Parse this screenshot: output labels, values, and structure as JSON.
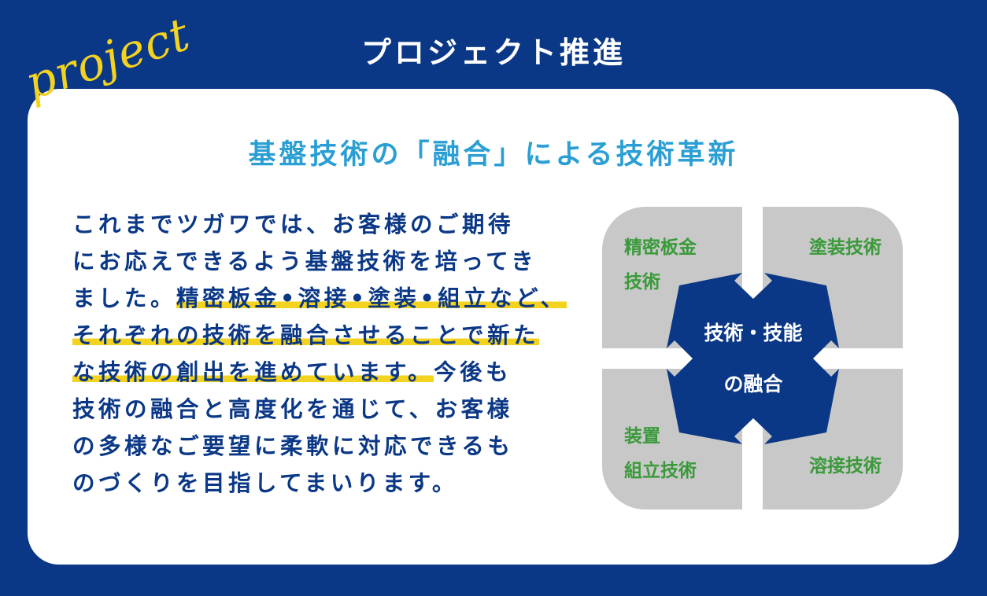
{
  "header": {
    "title": "プロジェクト推進",
    "script_label": "project"
  },
  "subtitle": "基盤技術の「融合」による技術革新",
  "body": {
    "lines": [
      {
        "plain": "これまでツガワでは、お客様のご期待",
        "hl": ""
      },
      {
        "plain": "にお応えできるよう基盤技術を培ってき",
        "hl": ""
      },
      {
        "plain": "ました。",
        "hl": "精密板金•溶接•塗装•組立など、"
      },
      {
        "plain": "",
        "hl": "それぞれの技術を融合させることで新た"
      },
      {
        "hl": "な技術の創出を進めています。",
        "plain": "今後も"
      },
      {
        "plain": "技術の融合と高度化を通じて、お客様",
        "hl": ""
      },
      {
        "plain": "の多様なご要望に柔軟に対応できるも",
        "hl": ""
      },
      {
        "plain": "のづくりを目指してまいります。",
        "hl": ""
      }
    ]
  },
  "diagram": {
    "center": [
      "技術・技能",
      "の融合"
    ],
    "top_left": [
      "精密板金",
      "技術"
    ],
    "top_right": "塗装技術",
    "bottom_left": [
      "装置",
      "組立技術"
    ],
    "bottom_right": "溶接技術"
  },
  "colors": {
    "navy": "#0b3886",
    "yellow": "#f3d320",
    "blue": "#2b9fd4",
    "green": "#3a9a3a",
    "grey": "#c8c8c8"
  }
}
